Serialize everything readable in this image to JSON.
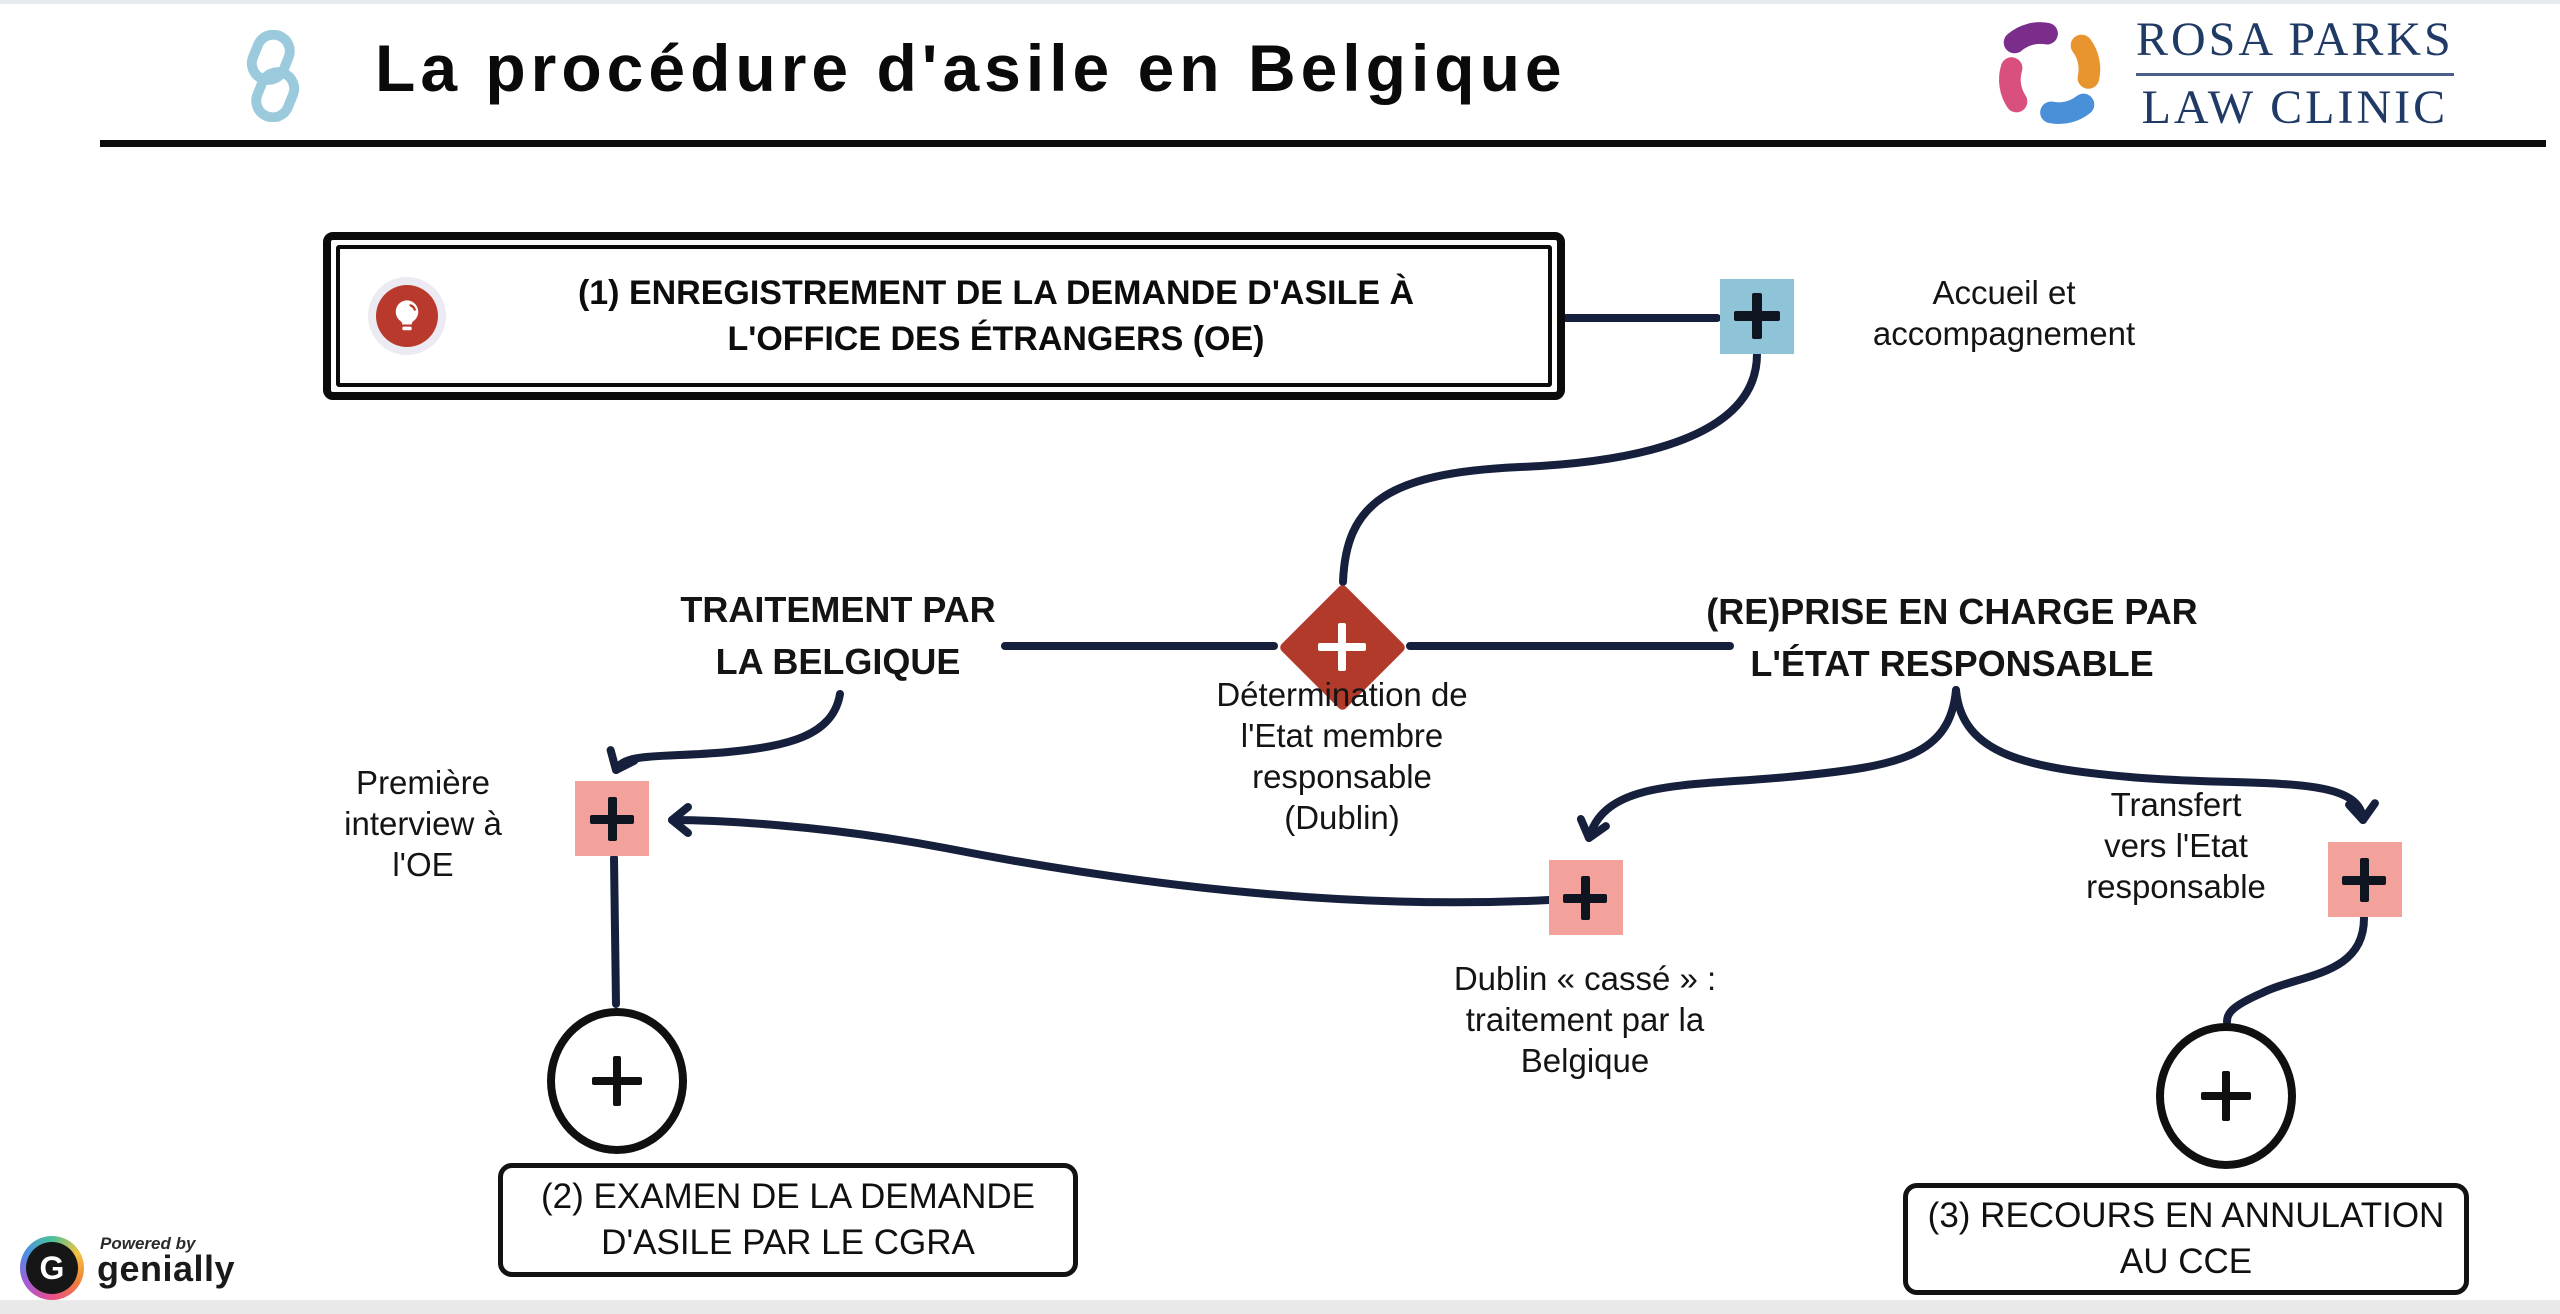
{
  "header": {
    "title": "La procédure d'asile en Belgique",
    "logo": {
      "line1": "ROSA PARKS",
      "line2": "LAW CLINIC"
    }
  },
  "flow": {
    "box1": {
      "line1": "(1) ENREGISTREMENT DE LA DEMANDE D'ASILE À",
      "line2": "L'OFFICE DES ÉTRANGERS (OE)"
    },
    "accueil": {
      "line1": "Accueil et",
      "line2": "accompagnement"
    },
    "traitement": {
      "line1": "TRAITEMENT PAR",
      "line2": "LA BELGIQUE"
    },
    "reprise": {
      "line1": "(RE)PRISE EN CHARGE PAR",
      "line2": "L'ÉTAT RESPONSABLE"
    },
    "determination": {
      "line1": "Détermination de",
      "line2": "l'Etat membre",
      "line3": "responsable",
      "line4": "(Dublin)"
    },
    "premiere": {
      "line1": "Première",
      "line2": "interview à",
      "line3": "l'OE"
    },
    "dublin_casse": {
      "line1": "Dublin « cassé » :",
      "line2": "traitement par la",
      "line3": "Belgique"
    },
    "transfert": {
      "line1": "Transfert",
      "line2": "vers l'Etat",
      "line3": "responsable"
    },
    "box2": {
      "line1": "(2) EXAMEN DE LA DEMANDE",
      "line2": "D'ASILE PAR LE  CGRA"
    },
    "box3": {
      "line1": "(3) RECOURS EN ANNULATION",
      "line2": "AU CCE"
    }
  },
  "footer": {
    "powered_by": "Powered by",
    "brand": "genially",
    "brand_initial": "G"
  },
  "icons": {
    "link": "chain-link",
    "bulb": "lightbulb",
    "plus": "+",
    "hands_logo": "four-hands-circle",
    "genially_logo": "g-ring"
  },
  "colors": {
    "wire_navy": "#16203c",
    "diamond_red": "#b23a2b",
    "icon_red": "#b93a2c",
    "node_pink": "#f2a29b",
    "node_blue": "#8fc3d7",
    "logo_navy": "#203a66",
    "link_icon_blue": "#9ccadd",
    "hand_purple": "#7b2d8b",
    "hand_orange": "#e8952f",
    "hand_pink": "#d94f7e",
    "hand_blue": "#4a90d9"
  }
}
